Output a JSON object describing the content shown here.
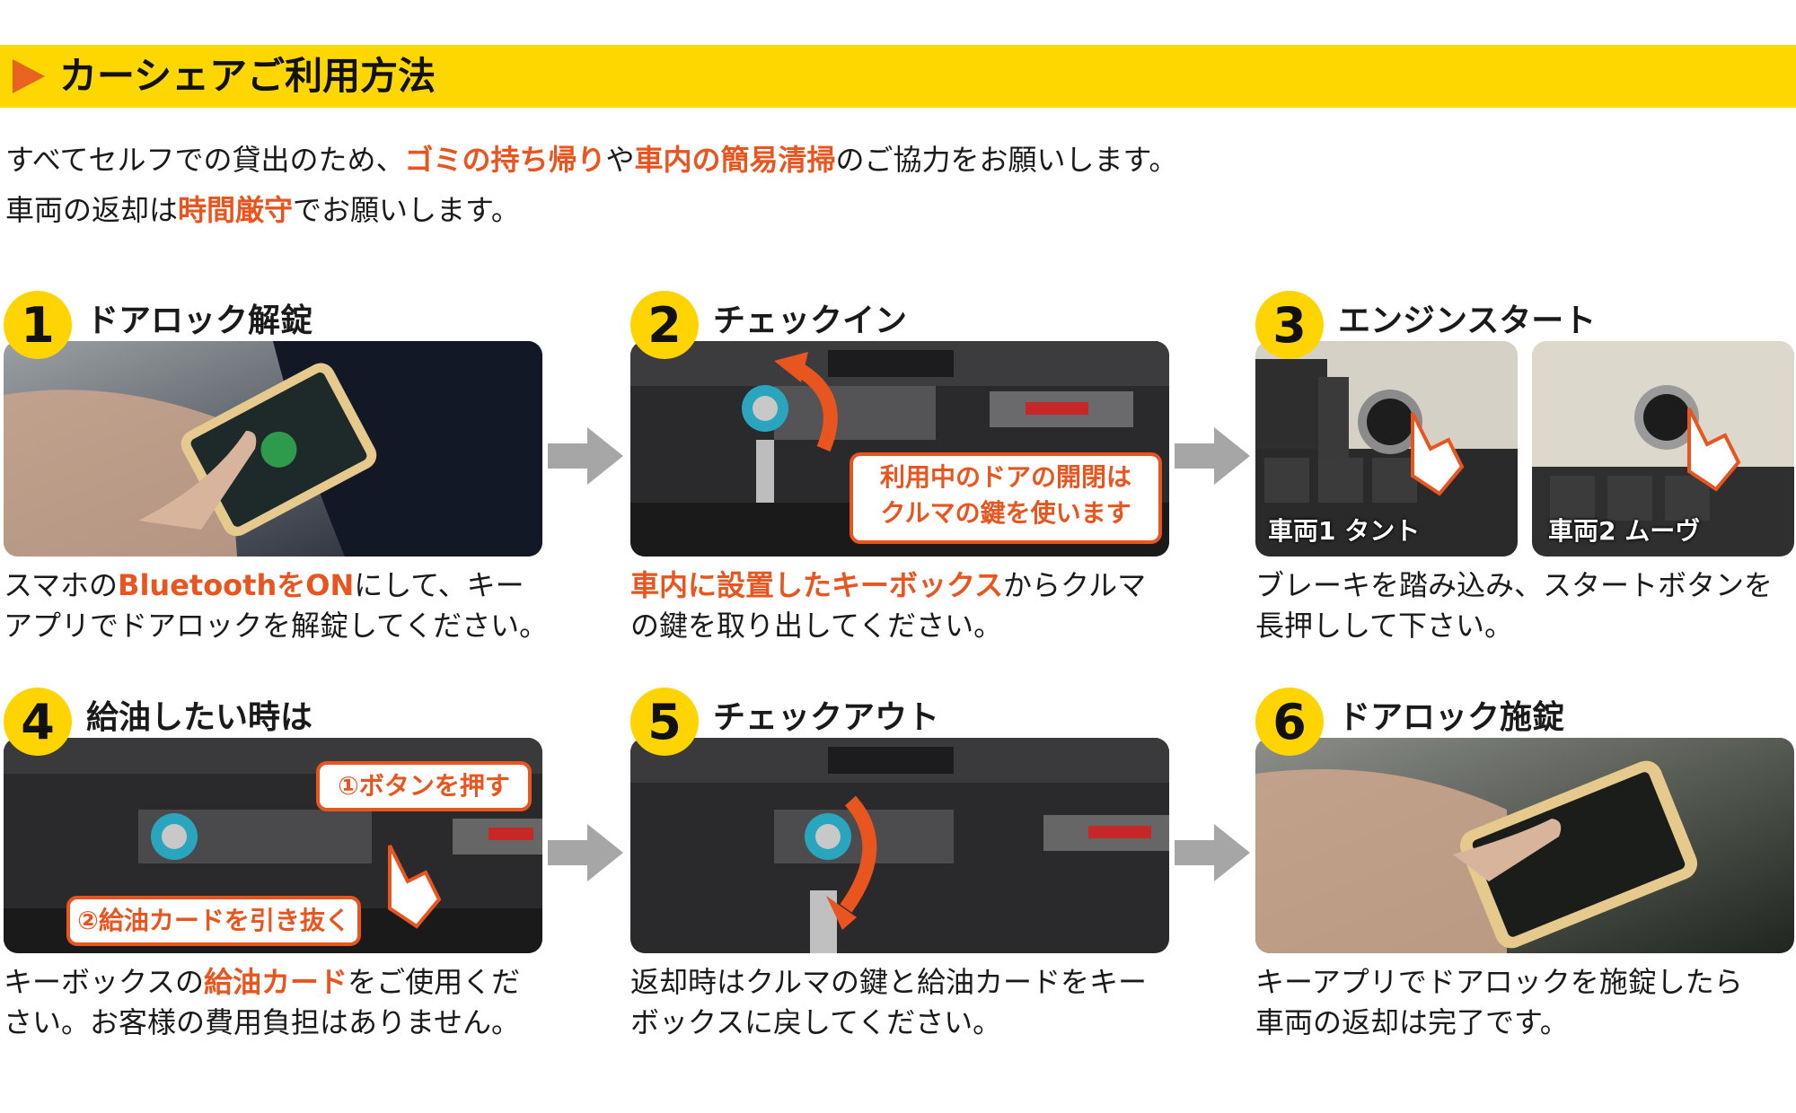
{
  "header": {
    "title": "カーシェアご利用方法"
  },
  "intro": {
    "line1": [
      {
        "text": "すべてセルフでの貸出のため、",
        "hl": false
      },
      {
        "text": "ゴミの持ち帰り",
        "hl": true
      },
      {
        "text": "や",
        "hl": false
      },
      {
        "text": "車内の簡易清掃",
        "hl": true
      },
      {
        "text": "のご協力をお願いします。",
        "hl": false
      }
    ],
    "line2": [
      {
        "text": "車両の返却は",
        "hl": false
      },
      {
        "text": "時間厳守",
        "hl": true
      },
      {
        "text": "でお願いします。",
        "hl": false
      }
    ]
  },
  "steps": [
    {
      "num": "1",
      "title": "ドアロック解錠",
      "desc1": [
        {
          "text": "スマホの",
          "hl": false
        },
        {
          "text": "BluetoothをON",
          "hl": true
        },
        {
          "text": "にして、キー",
          "hl": false
        }
      ],
      "desc2": [
        {
          "text": "アプリでドアロックを解錠してください。",
          "hl": false
        }
      ]
    },
    {
      "num": "2",
      "title": "チェックイン",
      "callout": [
        "利用中のドアの開閉は",
        "クルマの鍵を使います"
      ],
      "desc1": [
        {
          "text": "車内に設置したキーボックス",
          "hl": true
        },
        {
          "text": "からクルマ",
          "hl": false
        }
      ],
      "desc2": [
        {
          "text": "の鍵を取り出してください。",
          "hl": false
        }
      ]
    },
    {
      "num": "3",
      "title": "エンジンスタート",
      "labels": [
        "車両1 タント",
        "車両2 ムーヴ"
      ],
      "desc1": [
        {
          "text": "ブレーキを踏み込み、スタートボタンを",
          "hl": false
        }
      ],
      "desc2": [
        {
          "text": "長押しして下さい。",
          "hl": false
        }
      ]
    },
    {
      "num": "4",
      "title": "給油したい時は",
      "callouts": [
        "①ボタンを押す",
        "②給油カードを引き抜く"
      ],
      "desc1": [
        {
          "text": "キーボックスの",
          "hl": false
        },
        {
          "text": "給油カード",
          "hl": true
        },
        {
          "text": "をご使用くだ",
          "hl": false
        }
      ],
      "desc2": [
        {
          "text": "さい。お客様の費用負担はありません。",
          "hl": false
        }
      ]
    },
    {
      "num": "5",
      "title": "チェックアウト",
      "desc1": [
        {
          "text": "返却時はクルマの鍵と給油カードをキー",
          "hl": false
        }
      ],
      "desc2": [
        {
          "text": "ボックスに戻してください。",
          "hl": false
        }
      ]
    },
    {
      "num": "6",
      "title": "ドアロック施錠",
      "desc1": [
        {
          "text": "キーアプリでドアロックを施錠したら",
          "hl": false
        }
      ],
      "desc2": [
        {
          "text": "車両の返却は完了です。",
          "hl": false
        }
      ]
    }
  ],
  "colors": {
    "accent": "#E8551E",
    "banner": "#FFD700",
    "badge": "#FFD400",
    "arrow": "#A6A6A6"
  }
}
